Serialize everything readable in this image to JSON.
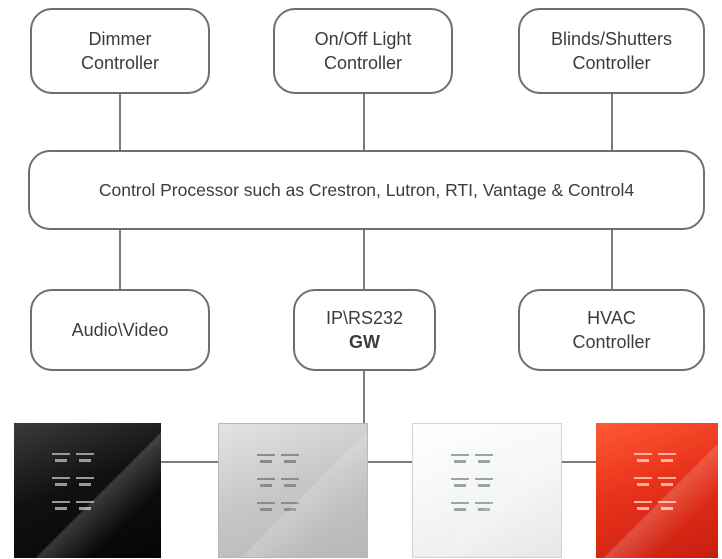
{
  "top_controllers": [
    {
      "line1": "Dimmer",
      "line2": "Controller"
    },
    {
      "line1": "On/Off Light",
      "line2": "Controller"
    },
    {
      "line1": "Blinds/Shutters",
      "line2": "Controller"
    }
  ],
  "processor": {
    "label": "Control Processor such as Crestron, Lutron, RTI, Vantage & Control4"
  },
  "bottom_nodes": [
    {
      "line1": "Audio\\Video",
      "line2": ""
    },
    {
      "line1": "IP\\RS232",
      "line2": "GW"
    },
    {
      "line1": "HVAC",
      "line2": "Controller"
    }
  ],
  "keypads": [
    {
      "finish": "black",
      "color": "#0d0d0d"
    },
    {
      "finish": "grey glass",
      "color": "#c4c7c6"
    },
    {
      "finish": "white glass",
      "color": "#f2f4f4"
    },
    {
      "finish": "red glass",
      "color": "#e8321a"
    }
  ]
}
